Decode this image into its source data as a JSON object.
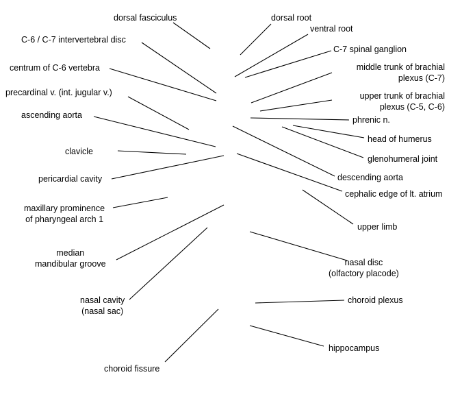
{
  "labels": [
    {
      "id": "dorsal-fasciculus",
      "lines": [
        "dorsal fasciculus"
      ]
    },
    {
      "id": "c6-c7-intervertebral-disc",
      "lines": [
        "C-6 / C-7 intervertebral disc"
      ]
    },
    {
      "id": "centrum-of-c6-vertebra",
      "lines": [
        "centrum of C-6 vertebra"
      ]
    },
    {
      "id": "precardinal-v",
      "lines": [
        "precardinal v. (int. jugular v.)"
      ]
    },
    {
      "id": "ascending-aorta",
      "lines": [
        "ascending aorta"
      ]
    },
    {
      "id": "clavicle",
      "lines": [
        "clavicle"
      ]
    },
    {
      "id": "pericardial-cavity",
      "lines": [
        "pericardial cavity"
      ]
    },
    {
      "id": "maxillary-prominence",
      "lines": [
        "maxillary prominence",
        "of pharyngeal arch 1"
      ]
    },
    {
      "id": "median-mandibular-groove",
      "lines": [
        "median",
        "mandibular groove"
      ]
    },
    {
      "id": "nasal-cavity",
      "lines": [
        "nasal cavity",
        "(nasal sac)"
      ]
    },
    {
      "id": "choroid-fissure",
      "lines": [
        "choroid fissure"
      ]
    },
    {
      "id": "dorsal-root",
      "lines": [
        "dorsal root"
      ]
    },
    {
      "id": "ventral-root",
      "lines": [
        "ventral root"
      ]
    },
    {
      "id": "c7-spinal-ganglion",
      "lines": [
        "C-7 spinal ganglion"
      ]
    },
    {
      "id": "middle-trunk-brachial-plexus",
      "lines": [
        "middle trunk of brachial",
        "plexus (C-7)"
      ]
    },
    {
      "id": "upper-trunk-brachial-plexus",
      "lines": [
        "upper trunk of brachial",
        "plexus (C-5, C-6)"
      ]
    },
    {
      "id": "phrenic-n",
      "lines": [
        "phrenic n."
      ]
    },
    {
      "id": "head-of-humerus",
      "lines": [
        "head of humerus"
      ]
    },
    {
      "id": "glenohumeral-joint",
      "lines": [
        "glenohumeral joint"
      ]
    },
    {
      "id": "descending-aorta",
      "lines": [
        "descending aorta"
      ]
    },
    {
      "id": "cephalic-edge-lt-atrium",
      "lines": [
        "cephalic edge of lt. atrium"
      ]
    },
    {
      "id": "upper-limb",
      "lines": [
        "upper limb"
      ]
    },
    {
      "id": "nasal-disc",
      "lines": [
        "nasal disc",
        "(olfactory placode)"
      ]
    },
    {
      "id": "choroid-plexus",
      "lines": [
        "choroid plexus"
      ]
    },
    {
      "id": "hippocampus",
      "lines": [
        "hippocampus"
      ]
    }
  ]
}
